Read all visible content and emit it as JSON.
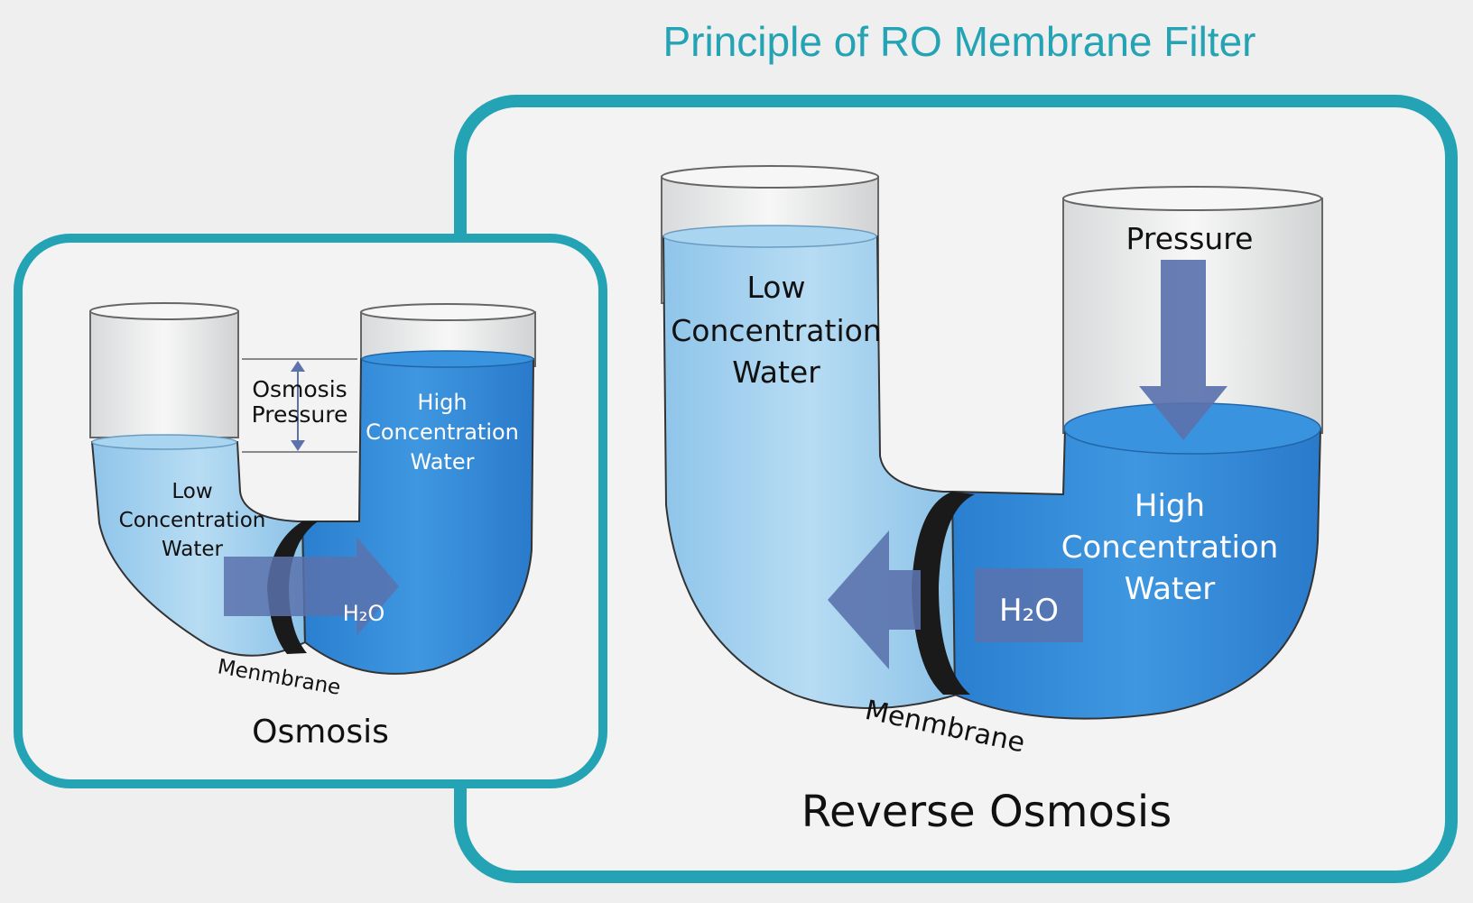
{
  "title": "Principle of RO Membrane Filter",
  "colors": {
    "frame": "#23a3b4",
    "title": "#23a3b4",
    "background": "#efefef",
    "panel": "#f3f3f3",
    "water_light": "#9fd0ef",
    "water_dark": "#2f86d6",
    "arrow": "#5b72ad",
    "membrane": "#1a1a1a",
    "text_dark": "#111111",
    "text_light": "#ffffff"
  },
  "osmosis": {
    "caption": "Osmosis",
    "low_label": [
      "Low",
      "Concentration",
      "Water"
    ],
    "high_label": [
      "High",
      "Concentration",
      "Water"
    ],
    "pressure_label": [
      "Osmosis",
      "Pressure"
    ],
    "h2o_label": "H₂O",
    "membrane_label": "Menmbrane"
  },
  "reverse": {
    "caption": "Reverse Osmosis",
    "low_label": [
      "Low",
      "Concentration",
      "Water"
    ],
    "high_label": [
      "High",
      "Concentration",
      "Water"
    ],
    "pressure_label": "Pressure",
    "h2o_label": "H₂O",
    "membrane_label": "Menmbrane"
  }
}
